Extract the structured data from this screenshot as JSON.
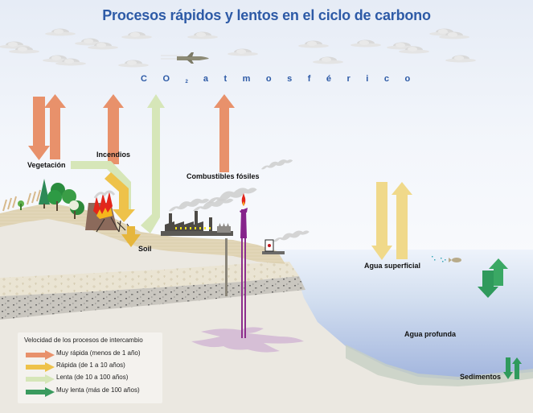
{
  "title": "Procesos rápidos y lentos en el ciclo de carbono",
  "atmosphere_label": {
    "prefix": "CO",
    "subscript": "2",
    "suffix": "atmosférico"
  },
  "labels": {
    "vegetation": "Vegetación",
    "fires": "Incendios",
    "fossil_fuels": "Combustibles fósiles",
    "soil": "Soil",
    "surface_water": "Agua superficial",
    "deep_water": "Agua profunda",
    "sediments": "Sedimentos"
  },
  "legend": {
    "title": "Velocidad de los procesos de intercambio",
    "items": [
      {
        "label": "Muy rápida (menos de 1 año)",
        "color": "#e8916b"
      },
      {
        "label": "Rápida (de 1 a 10 años)",
        "color": "#eec24a"
      },
      {
        "label": "Lenta (de 10 a 100 años)",
        "color": "#d6e6b8"
      },
      {
        "label": "Muy lenta (más de 100 años)",
        "color": "#3a9a5e"
      }
    ]
  },
  "colors": {
    "title": "#2d5aa6",
    "very_fast": "#e8916b",
    "fast": "#eec24a",
    "fast_pale": "#f0d98a",
    "slow": "#d6e6b8",
    "very_slow": "#2f9a5c"
  }
}
